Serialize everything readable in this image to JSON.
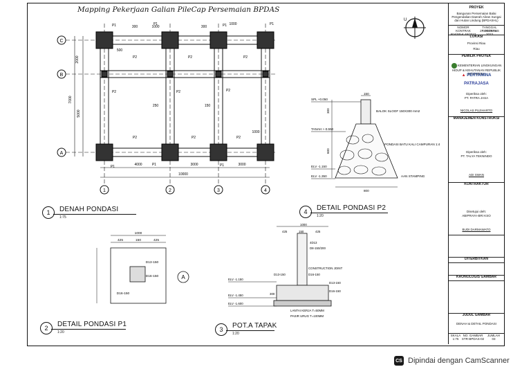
{
  "drawing": {
    "handwritten_title": "Mapping Pekerjaan Galian PileCap Persemaian BPDAS",
    "views": [
      {
        "number": "1",
        "title": "DENAH PONDASI",
        "scale": "1:75"
      },
      {
        "number": "2",
        "title": "DETAIL PONDASI P1",
        "scale": "1:20"
      },
      {
        "number": "3",
        "title": "POT.A TAPAK",
        "scale": "1:20"
      },
      {
        "number": "4",
        "title": "DETAIL PONDASI P2",
        "scale": "1:20"
      }
    ],
    "grid_rows": [
      "C",
      "B",
      "A"
    ],
    "grid_cols": [
      "1",
      "2",
      "3",
      "4"
    ],
    "plan_dims": {
      "top": [
        "300",
        "1000",
        "300",
        "1000"
      ],
      "bottom": [
        "4000",
        "3000",
        "3000"
      ],
      "overall": "10000",
      "left": [
        "2000",
        "7000",
        "5000"
      ]
    },
    "plan_labels": {
      "p1": "P1",
      "p2": "P2",
      "dim500": "500",
      "dim250": "250",
      "dim150": "150",
      "dim1000": "1000"
    },
    "detail_p2": {
      "labels": [
        "SPL +0.050",
        "TANAH +-0.550",
        "ELV -1.150",
        "ELV -1.350",
        "BALOK SLOOF 150X300 mm2",
        "PONDASI BATU KALI CAMPURAN 1:4",
        "AAN STAMPING"
      ],
      "dims": [
        "150",
        "300",
        "600",
        "800"
      ]
    },
    "detail_p1": {
      "dims": [
        "1000",
        "425",
        "150",
        "425"
      ],
      "labels": [
        "D13-150",
        "D16-150",
        "D16-150"
      ],
      "section": "A"
    },
    "pot_tapak": {
      "dims": [
        "1000",
        "425",
        "150",
        "425",
        "300"
      ],
      "labels": [
        "4D13",
        "D8-150/200",
        "CONSTRUCTION JOINT",
        "D16-150",
        "D13-150",
        "D13-150",
        "D16-150",
        "LANTAI KERJA T=50MM",
        "PASIR URUG T=100MM"
      ],
      "levels": [
        "ELV -1.150",
        "ELV -1.450",
        "ELV -1.600"
      ]
    },
    "north_label": "U"
  },
  "title_block": {
    "proyek_header": "PROYEK",
    "proyek_text": "Bangunan Persemaian Balai Pengendalian Daerah Aliran Sungai dan Hutan Lindung (BPDASHL)",
    "nomor_kontrak": "NOMOR KONTRAK",
    "tanggal_kontrak": "TANGGAL KONTRAK",
    "nomor_value": "904/SP-K.46/2023",
    "tanggal_value": "27 AGUSTUS 2023",
    "lokasi_header": "LOKASI",
    "lokasi_text": "Provinsi Riau",
    "lokasi_sub": "Riau",
    "pemilik_header": "PEMILIK PROYEK",
    "kementerian": "KEMENTERIAN LINGKUNGAN HIDUP & KEHUTANAN REPUBLIK INDONESIA",
    "pertamina": "PERTAMINA",
    "patrajasa": "PATRAJASA",
    "diperiksa_oleh": "Diperiksa oleh:",
    "pt_patra": "PT. PATRA JASA",
    "nama_ttd": "NICOLAS PUJIHARTO",
    "mk_header": "MANAJEMEN KONSTRUKSI",
    "diperiksa_mk": "Diperiksa oleh:",
    "pt_talya": "PT. TALYA TEKNINDO",
    "nama_mk": "ADI SWAN",
    "kontraktor_header": "KONTRAKTOR",
    "disetujui": "Disetujui oleh:",
    "kontraktor_nama": "ABIPRAYA-BRI KSO",
    "drafter": "BUDI DARMAWATO",
    "diterbitkan_header": "DITERBITKAN",
    "kronologis_header": "KRONOLOGIS GAMBAR",
    "judul_header": "JUDUL GAMBAR",
    "judul_value": "DENAH & DETAIL PONDASI",
    "skala_label": "SKALA",
    "skala_value": "1:75",
    "no_gambar_label": "NO. GAMBAR",
    "no_gambar_value": "STR-BPDAS-02",
    "jumlah_label": "JUMLAH",
    "jumlah_value": "03"
  },
  "watermark": {
    "logo": "CS",
    "text": "Dipindai dengan CamScanner"
  }
}
